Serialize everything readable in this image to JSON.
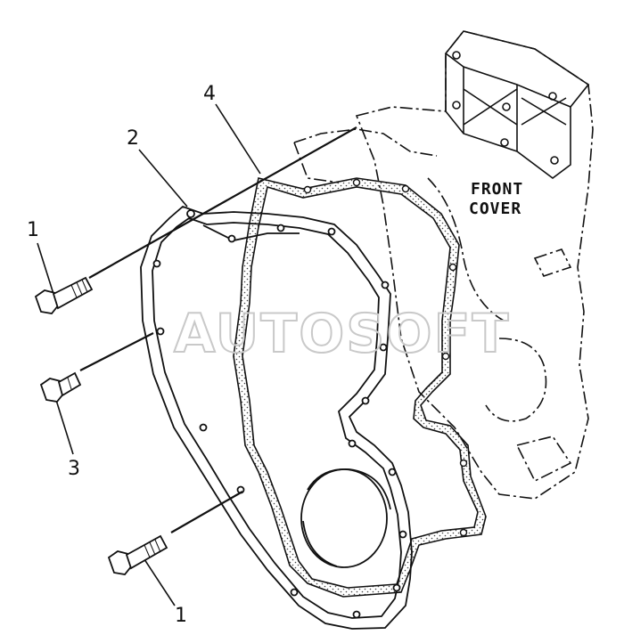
{
  "diagram": {
    "callouts": {
      "c1_top": "1",
      "c2": "2",
      "c4": "4",
      "c3": "3",
      "c1_bottom": "1"
    },
    "cover_label": {
      "line1": "FRONT",
      "line2": "COVER"
    },
    "watermark": "AUTOSOFT",
    "colors": {
      "line": "#111111",
      "stipple": "#444444",
      "watermark": "#c9c9c9",
      "background": "#ffffff"
    }
  }
}
